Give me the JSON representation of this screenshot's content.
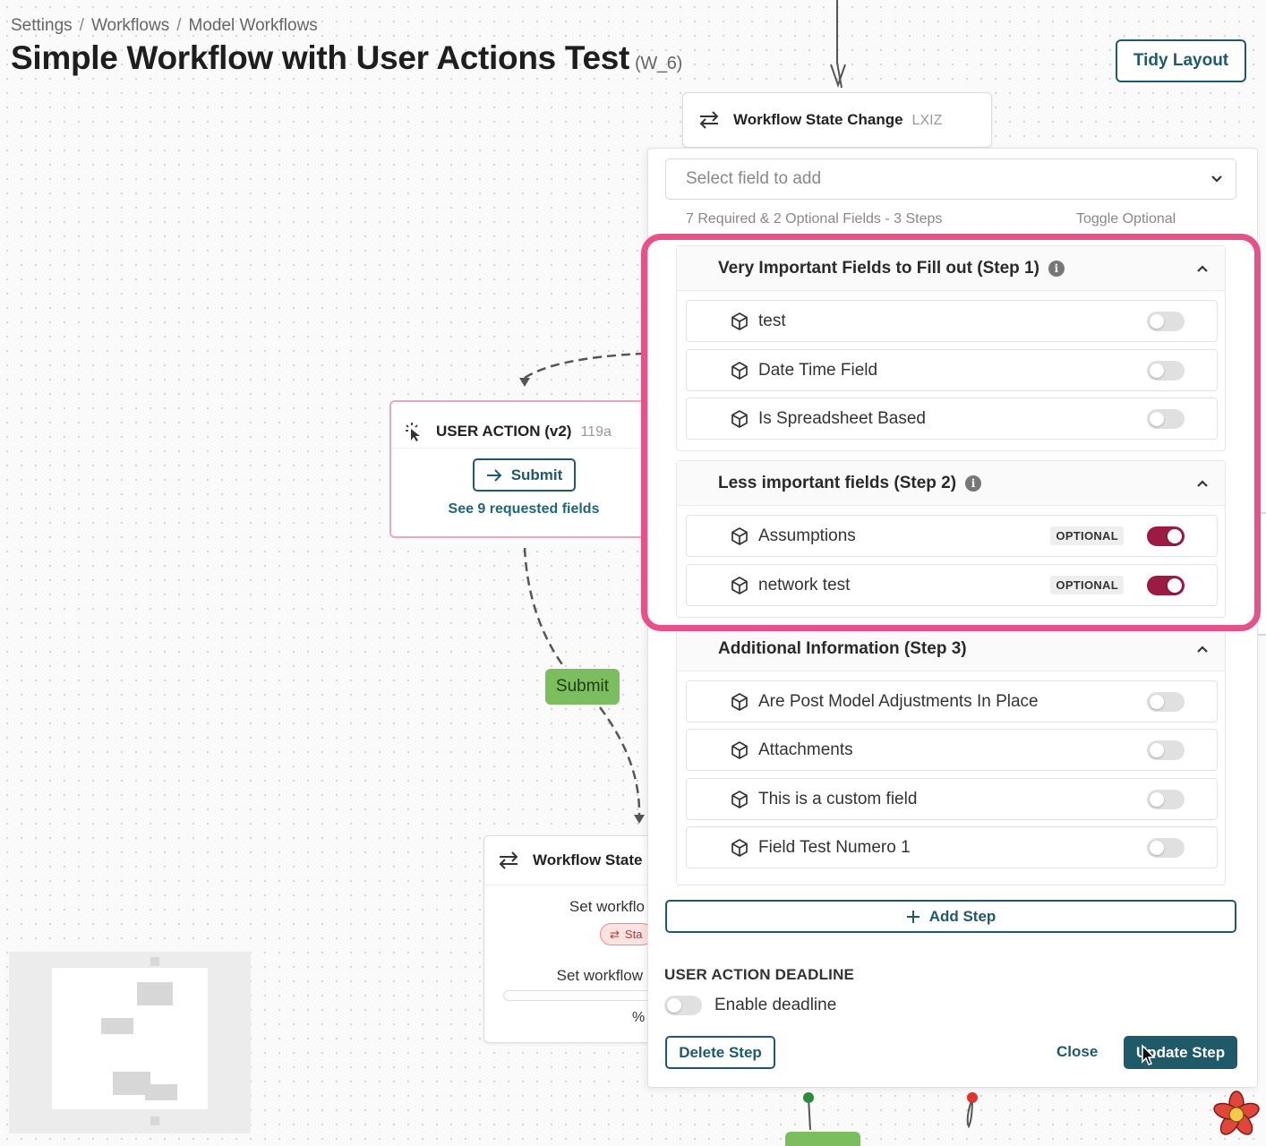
{
  "breadcrumb": [
    "Settings",
    "Workflows",
    "Model Workflows"
  ],
  "page": {
    "title": "Simple Workflow with User Actions Test",
    "code": "(W_6)",
    "tidy_label": "Tidy Layout"
  },
  "canvas": {
    "top_node": {
      "title": "Workflow State Change",
      "code": "LXIZ"
    },
    "user_action": {
      "title": "USER ACTION (v2)",
      "code": "119a",
      "submit_label": "Submit",
      "fields_link": "See 9 requested fields"
    },
    "edge_label": "Submit",
    "ws_node": {
      "title": "Workflow State",
      "text1": "Set workflo",
      "pill": "Sta",
      "text2": "Set workflow",
      "pct": "%"
    }
  },
  "panel": {
    "select_placeholder": "Select field to add",
    "summary": "7 Required & 2 Optional Fields - 3 Steps",
    "toggle_optional": "Toggle Optional",
    "sections": [
      {
        "title": "Very Important Fields to Fill out (Step 1)",
        "fields": [
          {
            "name": "test",
            "optional": false
          },
          {
            "name": "Date Time Field",
            "optional": false
          },
          {
            "name": "Is Spreadsheet Based",
            "optional": false
          }
        ]
      },
      {
        "title": "Less important fields (Step 2)",
        "fields": [
          {
            "name": "Assumptions",
            "optional": true,
            "badge": "OPTIONAL"
          },
          {
            "name": "network test",
            "optional": true,
            "badge": "OPTIONAL"
          }
        ]
      },
      {
        "title": "Additional Information (Step 3)",
        "fields": [
          {
            "name": "Are Post Model Adjustments In Place",
            "optional": false
          },
          {
            "name": "Attachments",
            "optional": false
          },
          {
            "name": "This is a custom field",
            "optional": false
          },
          {
            "name": "Field Test Numero 1",
            "optional": false
          }
        ]
      }
    ],
    "add_step": "Add Step",
    "deadline_heading": "USER ACTION DEADLINE",
    "deadline_toggle_label": "Enable deadline",
    "delete_label": "Delete Step",
    "close_label": "Close",
    "update_label": "Update Step"
  },
  "colors": {
    "accent": "#1f5a6b",
    "toggle_on": "#9b1b45",
    "highlight": "#e8508a",
    "edge_label": "#7cbd60"
  }
}
